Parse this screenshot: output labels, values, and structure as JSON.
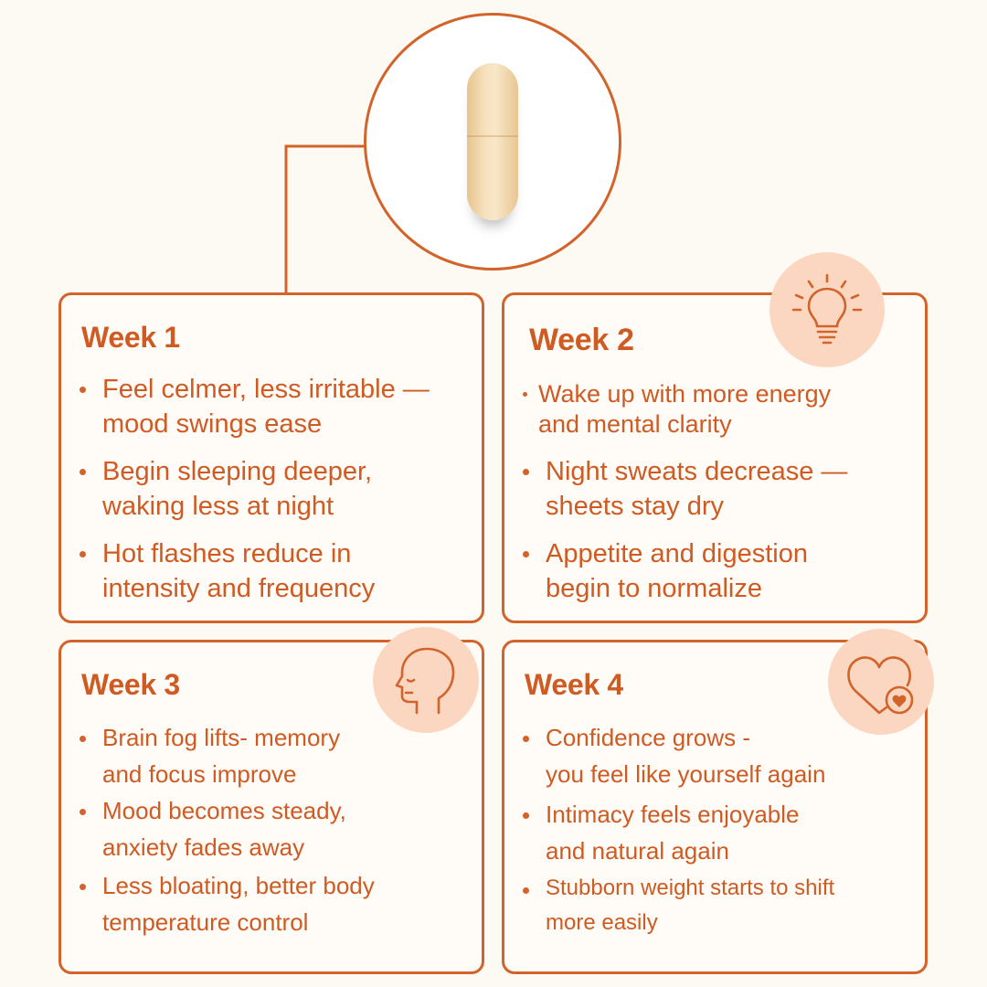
{
  "cards": [
    {
      "title": "Week 1",
      "bullets": [
        "Feel celmer, less irritable —\nmood swings ease",
        "Begin sleeping deeper,\nwaking less at night",
        "Hot flashes reduce in\nintensity and frequency"
      ]
    },
    {
      "title": "Week 2",
      "icon": "lightbulb-icon",
      "bullets": [
        "Wake up with more energy\n      and mental clarity",
        "Night sweats decrease —\nsheets stay dry",
        "Appetite and digestion\nbegin to normalize"
      ]
    },
    {
      "title": "Week 3",
      "icon": "head-profile-icon",
      "bullets": [
        "Brain fog lifts- memory\nand focus improve",
        "Mood becomes steady,\nanxiety fades away",
        "Less bloating, better body\ntemperature control"
      ]
    },
    {
      "title": "Week 4",
      "icon": "heart-check-icon",
      "bullets": [
        "Confidence grows -\nyou feel like yourself again",
        "Intimacy feels enjoyable\nand natural again",
        "Stubborn weight starts to shift\nmore easily"
      ]
    }
  ],
  "colors": {
    "accent": "#d2632a",
    "text": "#cf5a22",
    "icon_background": "#fbd7c2",
    "background": "#fdf9f3"
  }
}
